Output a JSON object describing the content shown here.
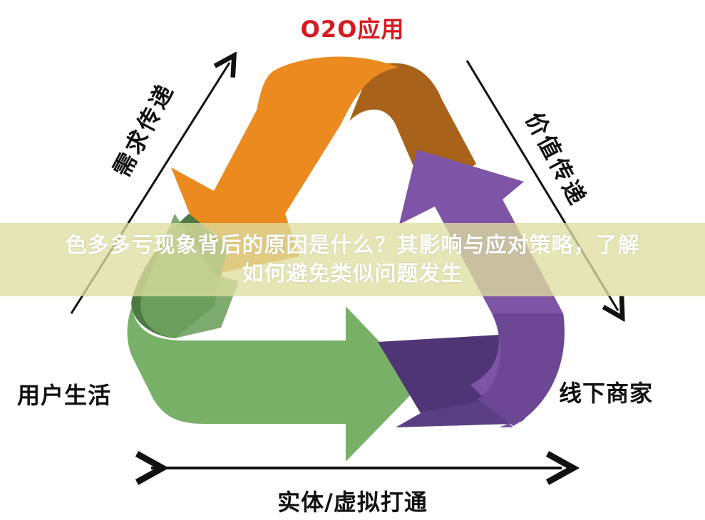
{
  "diagram": {
    "title": "O2O应用",
    "corner_labels": {
      "left": "用户生活",
      "right": "线下商家",
      "bottom": "实体/虚拟打通"
    },
    "side_labels": {
      "left": "需求传递",
      "right": "价值传递"
    },
    "arrows": [
      {
        "name": "orange",
        "color": "#ea8a1f",
        "dark": "#a8621a",
        "direction": "top-to-left"
      },
      {
        "name": "green",
        "color": "#78b068",
        "dark": "#4b7a43",
        "direction": "left-to-right"
      },
      {
        "name": "purple",
        "color": "#7e55a6",
        "dark": "#4f3576",
        "direction": "right-to-top"
      }
    ],
    "colors": {
      "title": "#d71920",
      "text": "#111111",
      "banner_bg": "#dedea0",
      "banner_text": "#ffffff"
    }
  },
  "banner": {
    "line1": "色多多亏现象背后的原因是什么？其影响与应对策略，了解",
    "line2": "如何避免类似问题发生"
  }
}
